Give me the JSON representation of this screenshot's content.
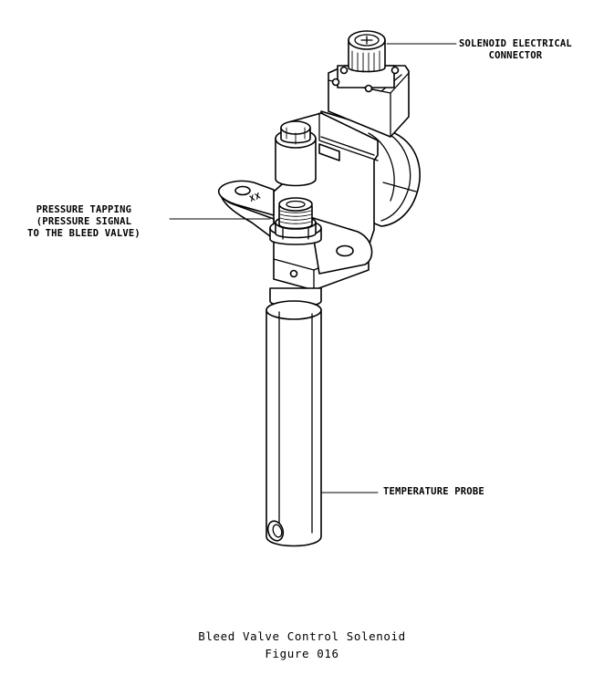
{
  "callouts": {
    "solenoid_connector": "SOLENOID ELECTRICAL\nCONNECTOR",
    "pressure_tapping": "PRESSURE TAPPING\n(PRESSURE SIGNAL\nTO THE BLEED VALVE)",
    "temperature_probe": "TEMPERATURE PROBE",
    "part_marking": "XX"
  },
  "caption": {
    "title": "Bleed Valve Control Solenoid",
    "figure": "Figure 016"
  }
}
